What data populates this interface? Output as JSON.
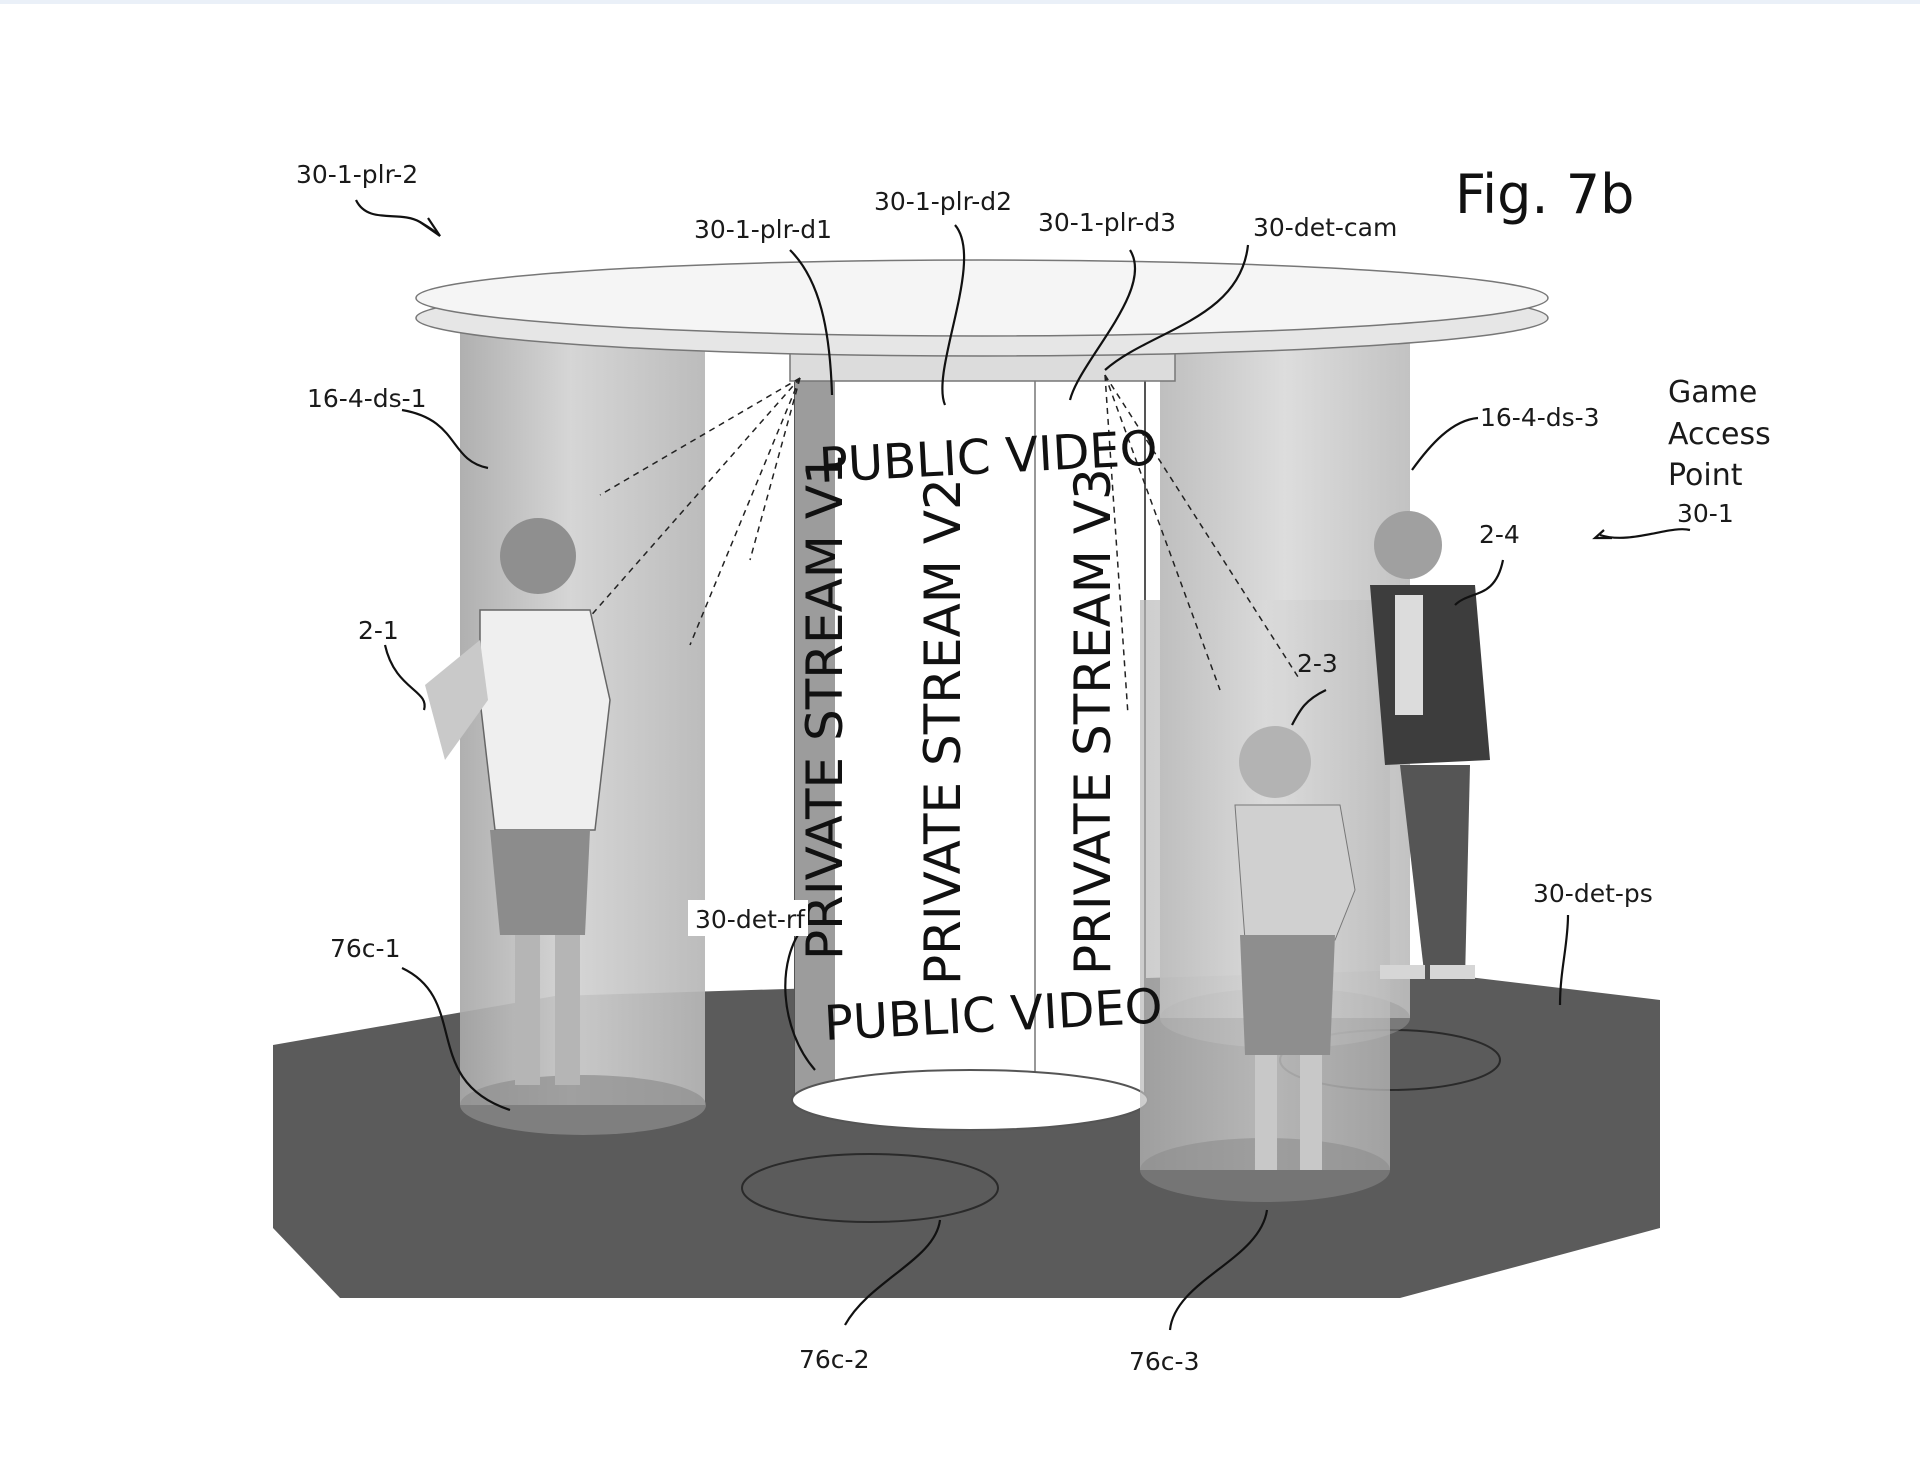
{
  "figure": {
    "title": "Fig. 7b"
  },
  "labels": {
    "plr_2": "30-1-plr-2",
    "plr_d1": "30-1-plr-d1",
    "plr_d2": "30-1-plr-d2",
    "plr_d3": "30-1-plr-d3",
    "det_cam": "30-det-cam",
    "ds_1": "16-4-ds-1",
    "ds_3": "16-4-ds-3",
    "player_1": "2-1",
    "player_3": "2-3",
    "player_4": "2-4",
    "det_rf": "30-det-rf",
    "det_ps": "30-det-ps",
    "c1": "76c-1",
    "c2": "76c-2",
    "c3": "76c-3"
  },
  "access_point": {
    "line1": "Game",
    "line2": "Access",
    "line3": "Point",
    "id": "30-1"
  },
  "screens": {
    "public_top": "PUBLIC VIDEO",
    "public_bottom": "PUBLIC VIDEO",
    "v1": "PRIVATE STREAM V1",
    "v2": "PRIVATE STREAM V2",
    "v3": "PRIVATE STREAM V3"
  },
  "colors": {
    "floor": "#5a5a5a",
    "cylinder": "#c4c4c4",
    "roof": "#f2f2f2"
  }
}
